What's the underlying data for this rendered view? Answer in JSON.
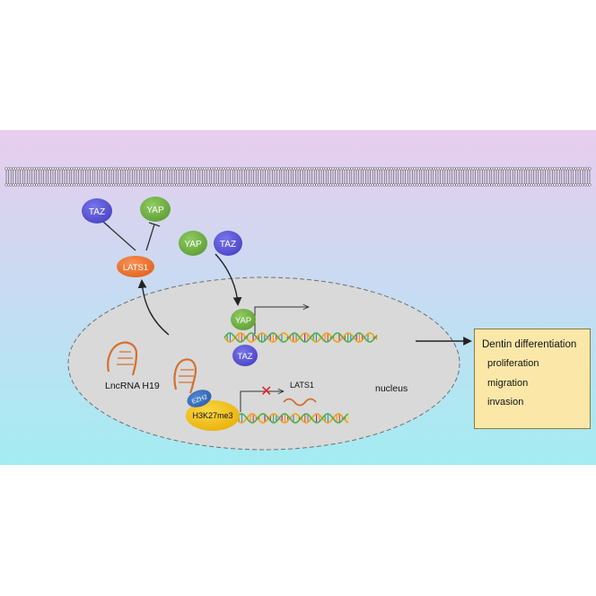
{
  "labels": {
    "taz": "TAZ",
    "yap": "YAP",
    "lats1": "LATS1",
    "ezh2": "EZH2",
    "h3k27me3": "H3K27me3",
    "lncrna": "LncRNA H19",
    "lats1_gene": "LATS1",
    "nucleus": "nucleus",
    "blocked_mark": "✕"
  },
  "outcomes": {
    "title": "Dentin differentiation",
    "items": [
      "proliferation",
      "migration",
      "invasion"
    ]
  },
  "colors": {
    "background_top": "#e8cdee",
    "background_bottom": "#a4ecf2",
    "nucleus_fill": "#d9d9d9",
    "taz_fill": "#5a55d6",
    "yap_fill": "#73b646",
    "lats1_fill": "#ef7635",
    "ezh2_fill": "#3c72c2",
    "h3k27me3_fill": "#f5c618",
    "lncrna_stroke": "#d4702f",
    "outcome_fill": "#fbe8a9",
    "inhibit_mark": "#e02020"
  }
}
